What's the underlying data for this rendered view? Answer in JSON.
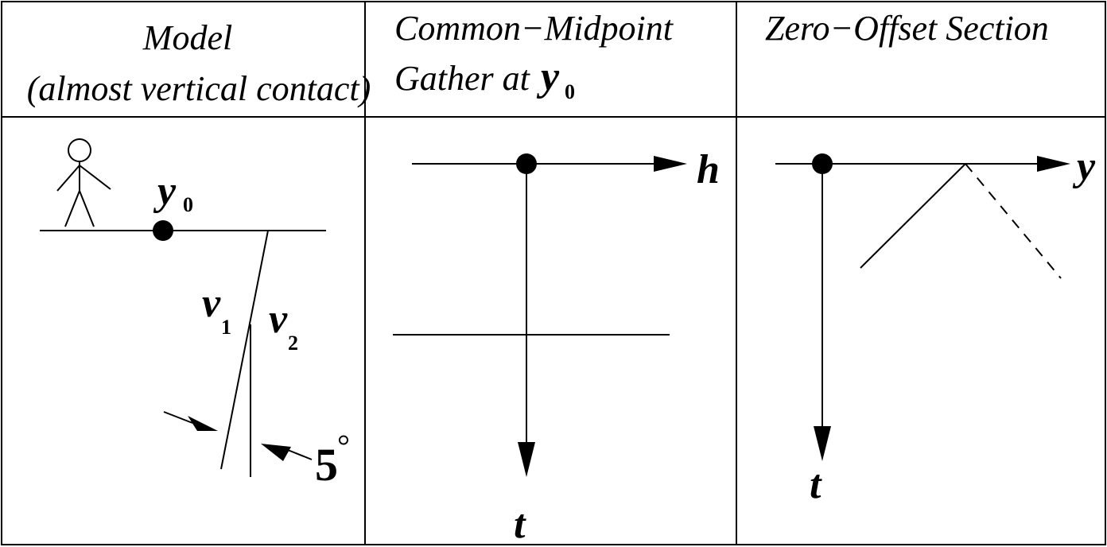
{
  "headers": {
    "model_line1": "Model",
    "model_line2": "(almost vertical contact)",
    "cmp_line1": "Common−Midpoint",
    "cmp_line2": "Gather at",
    "cmp_y": "y",
    "cmp_sub": "0",
    "zo_line1": "Zero−Offset Section"
  },
  "model": {
    "y_label": "y",
    "y_sub": "0",
    "v1_label": "v",
    "v1_sub": "1",
    "v2_label": "v",
    "v2_sub": "2",
    "angle_value": "5",
    "angle_unit": "°"
  },
  "cmp": {
    "h_label": "h",
    "t_label": "t"
  },
  "zo": {
    "y_label": "y",
    "t_label": "t"
  },
  "colors": {
    "ink": "#000000",
    "background": "#ffffff"
  }
}
